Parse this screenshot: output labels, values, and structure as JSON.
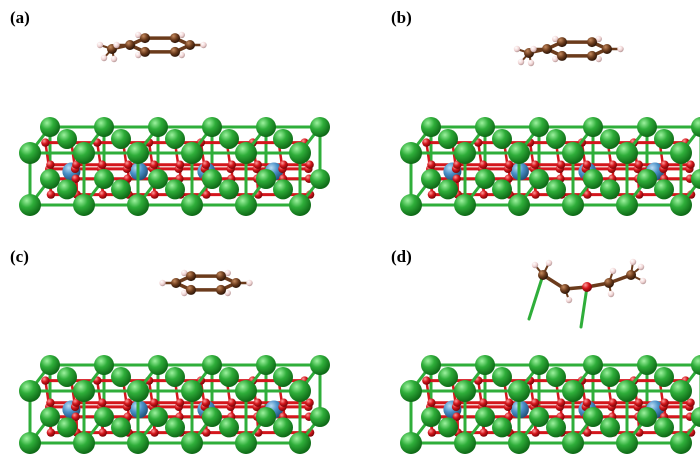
{
  "figure": {
    "panels": [
      {
        "label": "(a)",
        "adsorbate": "toluene",
        "bonded": false
      },
      {
        "label": "(b)",
        "adsorbate": "toluene",
        "bonded": false
      },
      {
        "label": "(c)",
        "adsorbate": "benzene",
        "bonded": false
      },
      {
        "label": "(d)",
        "adsorbate": "diethyl-ether",
        "bonded": true
      }
    ],
    "colors": {
      "background": "#ffffff",
      "calcium_green": "#2fae3a",
      "oxygen_red": "#d4161c",
      "metal_blue": "#4a90c8",
      "carbon_brown": "#6b3b1c",
      "hydrogen": "#f2d6d6"
    }
  }
}
